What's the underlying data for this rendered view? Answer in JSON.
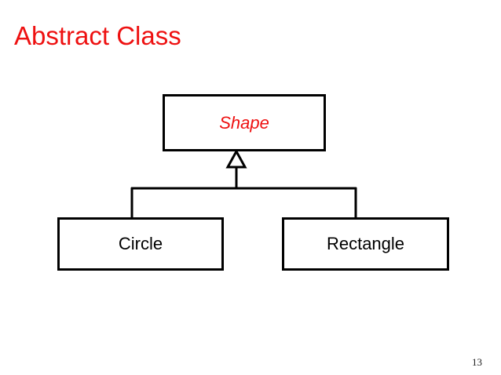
{
  "slide": {
    "title": "Abstract Class",
    "title_color": "#ee1111",
    "background_color": "#ffffff",
    "page_number": "13"
  },
  "diagram": {
    "type": "uml-class-diagram",
    "relationship": "generalization",
    "line_color": "#000000",
    "classes": [
      {
        "id": "shape",
        "label": "Shape",
        "abstract": true,
        "text_color": "#ee1111",
        "italic": true,
        "role": "superclass"
      },
      {
        "id": "circle",
        "label": "Circle",
        "abstract": false,
        "text_color": "#000000",
        "italic": false,
        "role": "subclass"
      },
      {
        "id": "rectangle",
        "label": "Rectangle",
        "abstract": false,
        "text_color": "#000000",
        "italic": false,
        "role": "subclass"
      }
    ]
  }
}
